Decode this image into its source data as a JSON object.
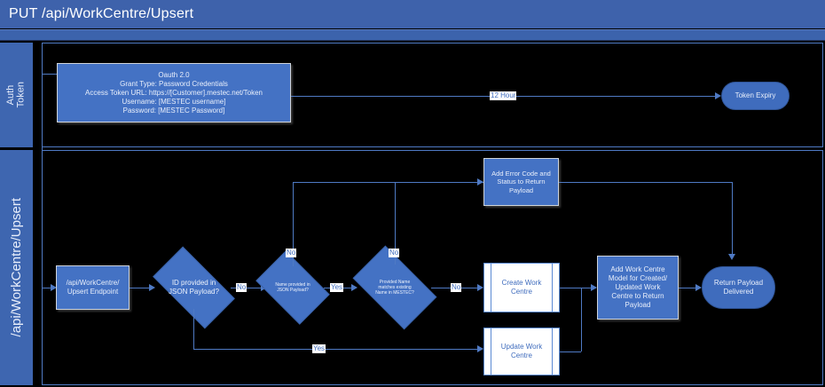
{
  "header": {
    "title": "PUT /api/WorkCentre/Upsert"
  },
  "lanes": [
    {
      "label": "Auth\nToken"
    },
    {
      "label": "/api/WorkCentre/Upsert"
    }
  ],
  "auth_lane": {
    "oauth_box": "Oauth 2.0\nGrant Type: Password Credentials\nAccess Token URL: https://[Customer].mestec.net/Token\nUsername: [MESTEC username]\nPassword: [MESTEC Password]",
    "expiry_label": "12 Hour",
    "token_expiry": "Token Expiry"
  },
  "flow": {
    "endpoint": "/api/WorkCentre/\nUpsert Endpoint",
    "decision_id": "ID provided in\nJSON Payload?",
    "decision_name": "Name provided in\nJSON Payload?",
    "decision_match": "Provided Name\nmatches existing\nName in MESTEC?",
    "error_box": "Add Error Code and\nStatus to Return\nPayload",
    "create_box": "Create Work\nCentre",
    "update_box": "Update Work\nCentre",
    "add_model_box": "Add Work Centre\nModel for Created/\nUpdated Work\nCentre to Return\nPayload",
    "return_payload": "Return Payload\nDelivered"
  },
  "edge_labels": {
    "id_no": "No",
    "name_no": "No",
    "name_yes": "Yes",
    "match_no": "No",
    "match_yes_bottom": "Yes"
  },
  "colors": {
    "accent": "#4472c4",
    "lane_header": "#3e66b0",
    "title_bar": "#3e62ab",
    "connector": "#4f7ac4",
    "canvas": "#000000"
  }
}
